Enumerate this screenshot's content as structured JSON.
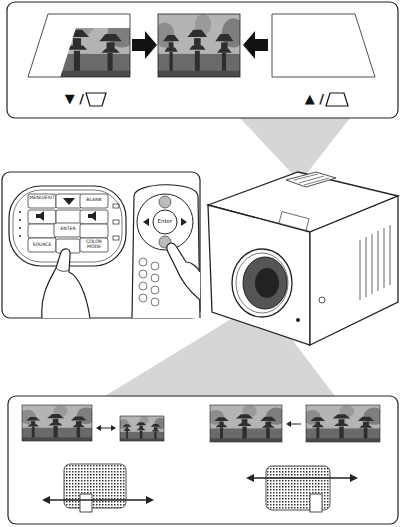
{
  "diagram": {
    "labels": [
      "▼ /",
      "▲ /",
      "MENU/EXIT",
      "BLANK",
      "ENTER",
      "SOURCE",
      "COLOR MODE",
      "Enter"
    ]
  }
}
